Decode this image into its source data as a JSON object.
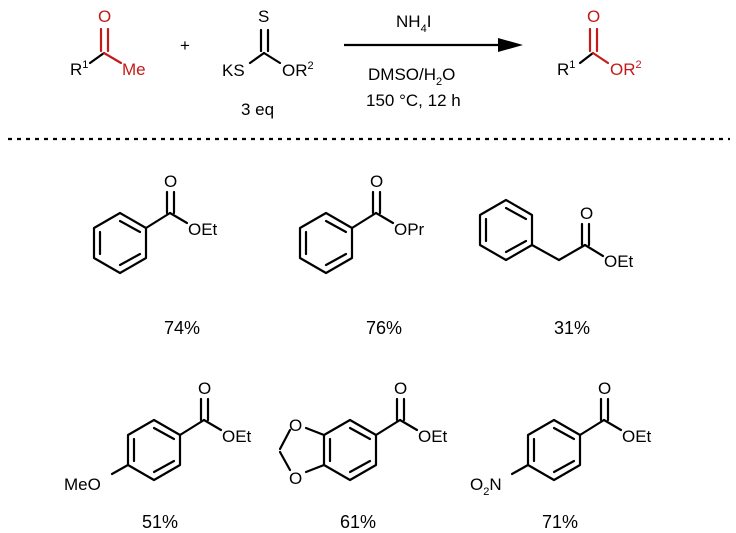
{
  "scheme": {
    "reactant1": {
      "r_label": "R",
      "r_sup": "1",
      "carbonyl_o": "O",
      "methyl": "Me",
      "color": "#c41a1a"
    },
    "plus": "+",
    "reactant2": {
      "thio_s": "S",
      "ks": "KS",
      "or_label": "OR",
      "or_sup": "2",
      "equiv": "3 eq"
    },
    "reagent": {
      "main": "NH",
      "sub": "4",
      "tail": "I"
    },
    "solvent": {
      "a": "DMSO/H",
      "sub": "2",
      "b": "O"
    },
    "conditions": "150 °C, 12 h",
    "product": {
      "r_label": "R",
      "r_sup": "1",
      "carbonyl_o": "O",
      "or_label": "OR",
      "or_sup": "2",
      "color": "#c41a1a"
    }
  },
  "products": [
    {
      "name": "ethyl benzoate",
      "ester_label": "OEt",
      "o_label": "O",
      "yield": "74%"
    },
    {
      "name": "propyl benzoate",
      "ester_label": "OPr",
      "o_label": "O",
      "yield": "76%"
    },
    {
      "name": "ethyl phenylacetate",
      "ester_label": "OEt",
      "o_label": "O",
      "yield": "31%"
    },
    {
      "name": "ethyl 4-methoxybenzoate",
      "ester_label": "OEt",
      "o_label": "O",
      "substituent": "MeO",
      "yield": "51%"
    },
    {
      "name": "ethyl piperonylate",
      "ester_label": "OEt",
      "o_label": "O",
      "ring_o1": "O",
      "ring_o2": "O",
      "yield": "61%"
    },
    {
      "name": "ethyl 4-nitrobenzoate",
      "ester_label": "OEt",
      "o_label": "O",
      "sub_main": "O",
      "sub_sub": "2",
      "sub_tail": "N",
      "yield": "71%"
    }
  ]
}
